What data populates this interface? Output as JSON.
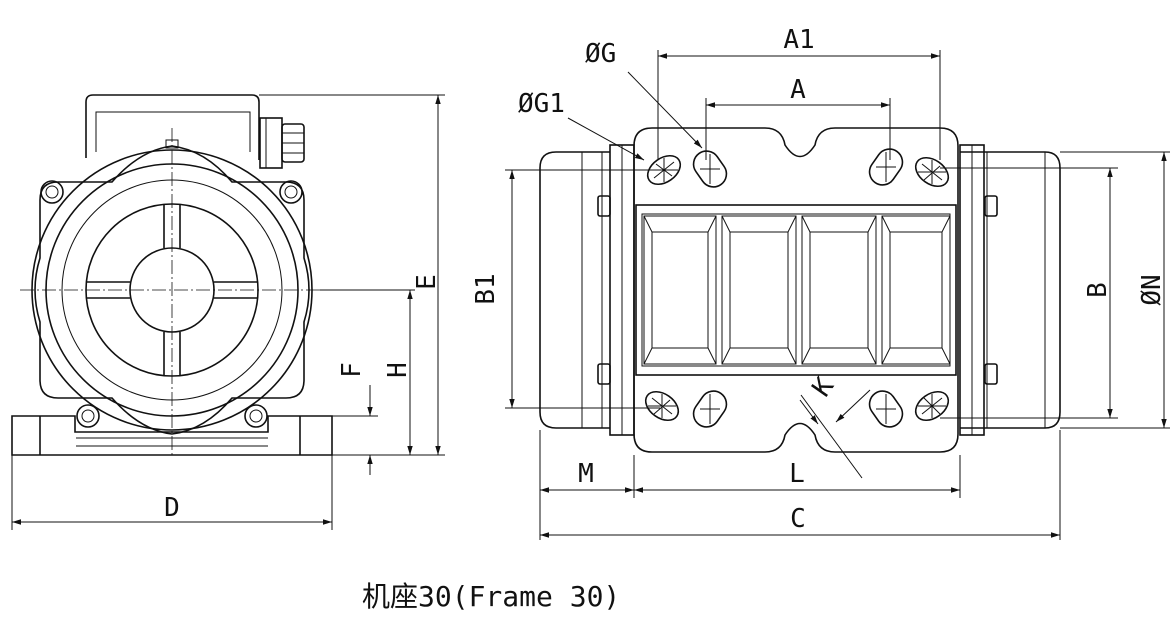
{
  "caption": "机座30(Frame 30)",
  "labels": {
    "E": "E",
    "H": "H",
    "F": "F",
    "D": "D",
    "A1": "A1",
    "A": "A",
    "G": "ØG",
    "G1": "ØG1",
    "B1": "B1",
    "B": "B",
    "N": "ØN",
    "K": "K",
    "M": "M",
    "L": "L",
    "C": "C"
  }
}
